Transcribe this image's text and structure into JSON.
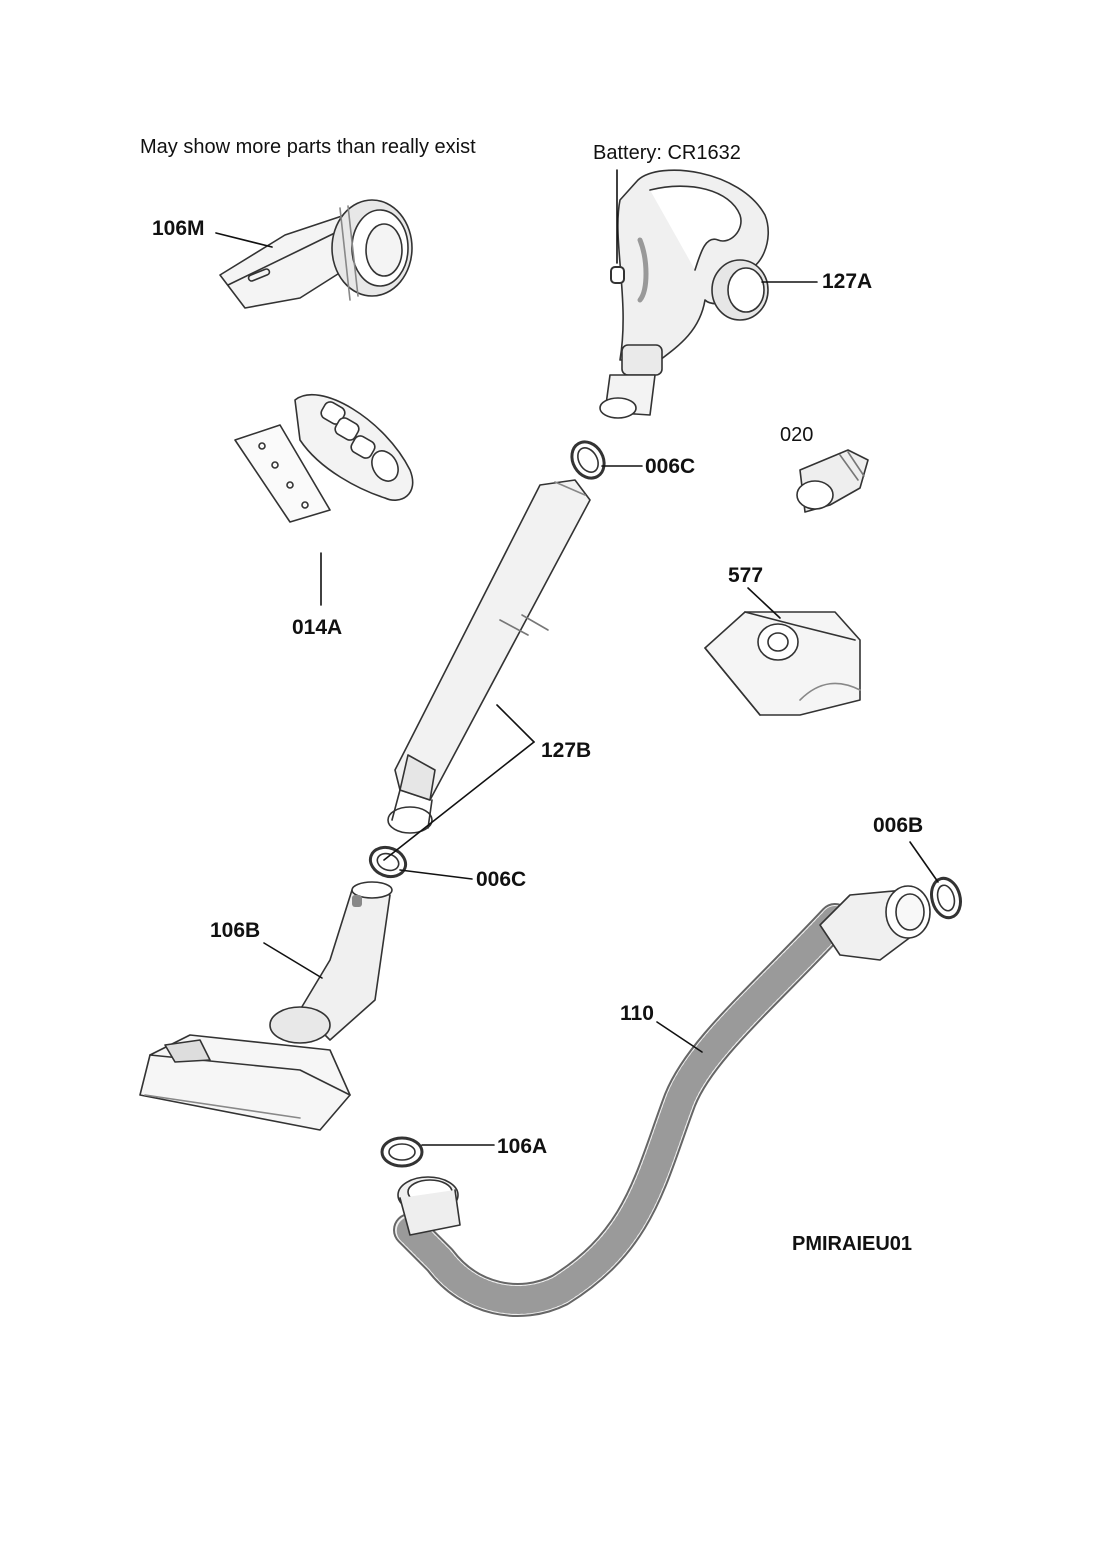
{
  "notes": {
    "disclaimer": "May show more parts than really exist",
    "battery": "Battery: CR1632",
    "diagram_code": "PMIRAIEU01"
  },
  "parts": {
    "p106M": "106M",
    "p127A": "127A",
    "p006C_top": "006C",
    "p020": "020",
    "p014A": "014A",
    "p577": "577",
    "p127B": "127B",
    "p006B": "006B",
    "p006C_bottom": "006C",
    "p106B": "106B",
    "p110": "110",
    "p106A": "106A"
  },
  "colors": {
    "line": "#333333",
    "fill": "#f2f2f2",
    "dark": "#8a8a8a"
  }
}
